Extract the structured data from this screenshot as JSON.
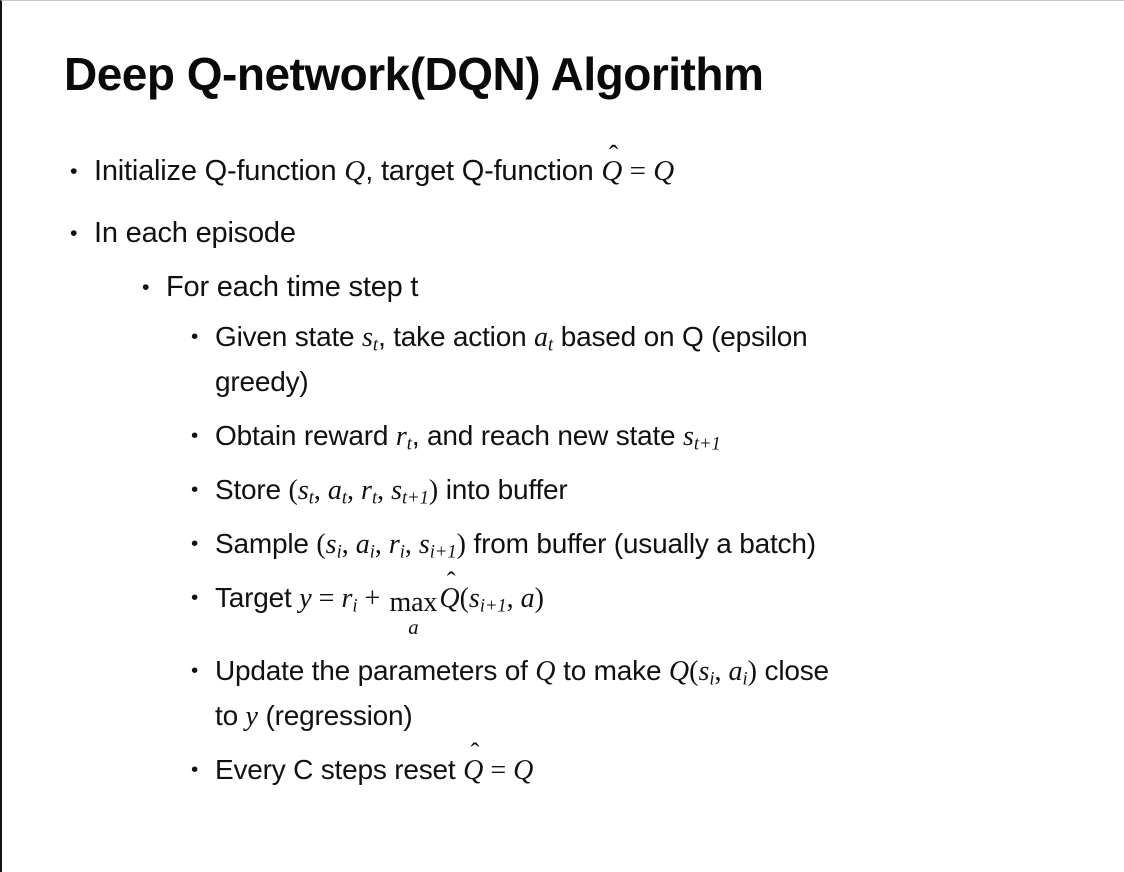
{
  "slide": {
    "title": "Deep Q-network(DQN) Algorithm",
    "bullet_char": "•",
    "items": [
      {
        "segments": [
          "Initialize Q-function ",
          "Q",
          ", target Q-function ",
          "ˆ",
          "Q",
          " = ",
          "Q"
        ]
      },
      {
        "segments": [
          "In each episode"
        ]
      },
      {
        "segments": [
          "For each time step t"
        ]
      },
      {
        "segments": [
          "Given state ",
          "s",
          "t",
          ", take action ",
          "a",
          "t",
          " based on Q (epsilon",
          "greedy)"
        ]
      },
      {
        "segments": [
          "Obtain reward ",
          "r",
          "t",
          ", and reach new state ",
          "s",
          "t+1"
        ]
      },
      {
        "segments": [
          "Store ",
          "(",
          "s",
          "t",
          ", ",
          "a",
          "t",
          ", ",
          "r",
          "t",
          ", ",
          "s",
          "t+1",
          ")",
          " into buffer"
        ]
      },
      {
        "segments": [
          "Sample ",
          "(",
          "s",
          "i",
          ", ",
          "a",
          "i",
          ", ",
          "r",
          "i",
          ", ",
          "s",
          "i+1",
          ")",
          " from buffer (usually a batch)"
        ]
      },
      {
        "segments": [
          "Target ",
          "y",
          " = ",
          "r",
          "i",
          " + ",
          "max",
          "a",
          "ˆ",
          "Q",
          "(",
          "s",
          "i+1",
          ", ",
          "a",
          ")"
        ]
      },
      {
        "segments": [
          "Update the parameters of ",
          "Q",
          " to make ",
          "Q",
          "(",
          "s",
          "i",
          ", ",
          "a",
          "i",
          ")",
          " close",
          "to ",
          "y",
          " (regression)"
        ]
      },
      {
        "segments": [
          "Every C steps reset ",
          "ˆ",
          "Q",
          " = ",
          "Q"
        ]
      }
    ]
  }
}
